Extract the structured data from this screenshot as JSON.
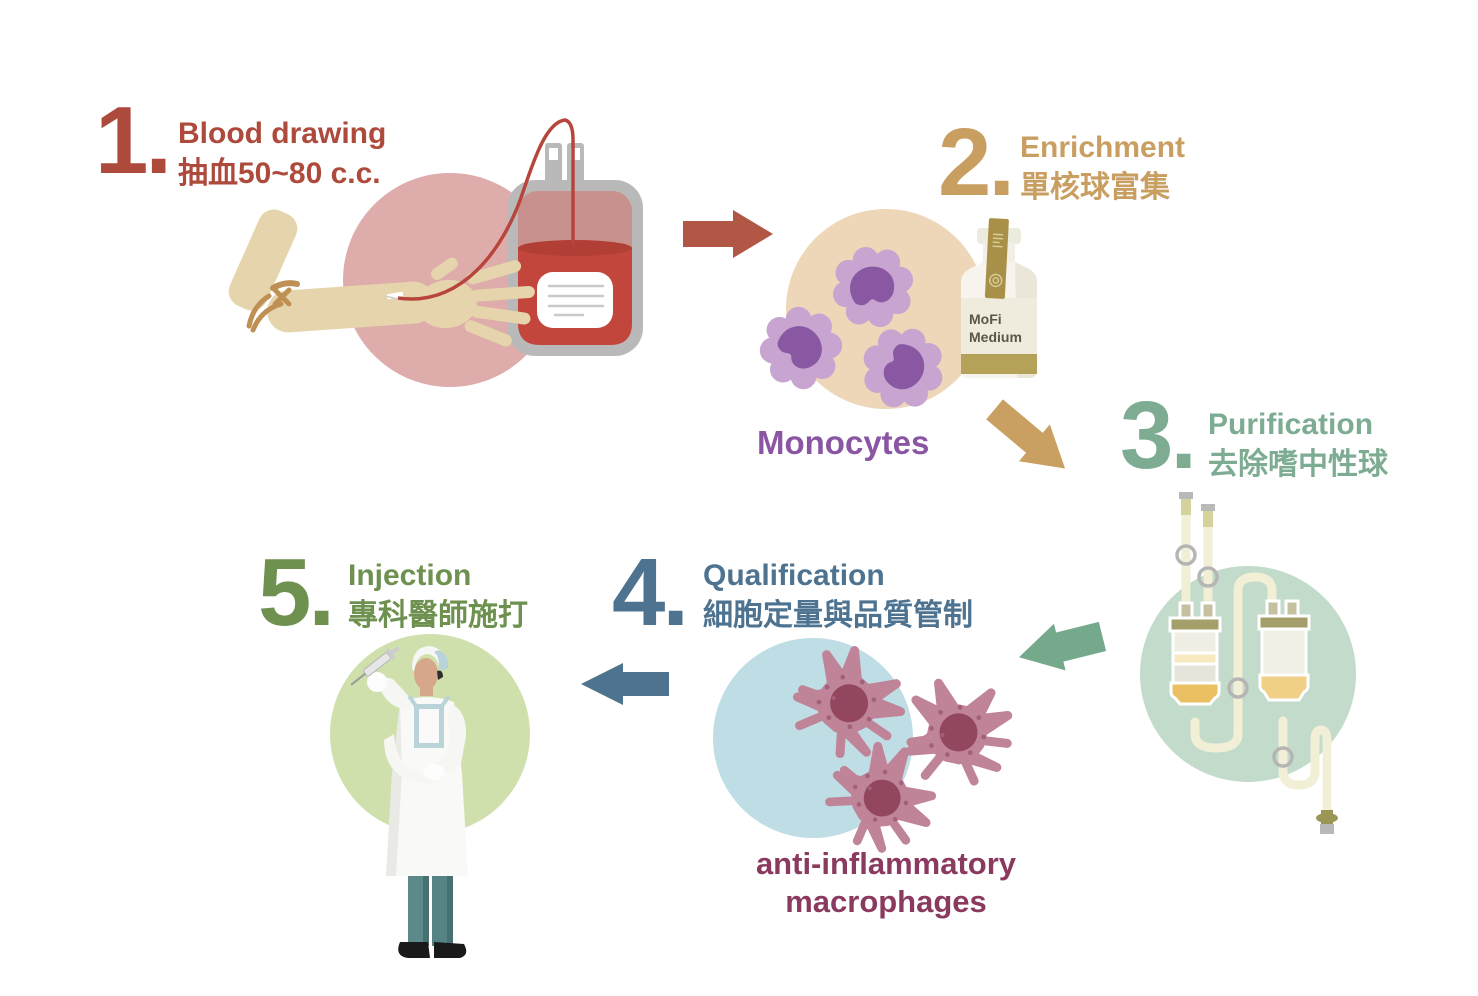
{
  "steps": [
    {
      "number": "1.",
      "title": "Blood drawing",
      "subtitle": "抽血50~80 c.c.",
      "color": "#ae4a3c"
    },
    {
      "number": "2.",
      "title": "Enrichment",
      "subtitle": "單核球富集",
      "color": "#c99e61"
    },
    {
      "number": "3.",
      "title": "Purification",
      "subtitle": "去除嗜中性球",
      "color": "#7dac93"
    },
    {
      "number": "4.",
      "title": "Qualification",
      "subtitle": "細胞定量與品質管制",
      "color": "#4e7390"
    },
    {
      "number": "5.",
      "title": "Injection",
      "subtitle": "專科醫師施打",
      "color": "#6e9150"
    }
  ],
  "labels": {
    "monocytes": "Monocytes",
    "macrophages_line1": "anti-inflammatory",
    "macrophages_line2": "macrophages",
    "bottle_line1": "MoFi",
    "bottle_line2": "Medium"
  },
  "colors": {
    "step1_red": "#ae4a3c",
    "step2_gold": "#c99e61",
    "step3_green": "#7dac93",
    "step4_blue": "#4e7390",
    "step5_olive": "#6e9150",
    "monocytes_purple": "#8a56a4",
    "macrophages_maroon": "#8b3a5f",
    "arrow1": "#b25645",
    "arrow2": "#c99f62",
    "arrow3": "#74a98c",
    "arrow4": "#4e738f"
  }
}
